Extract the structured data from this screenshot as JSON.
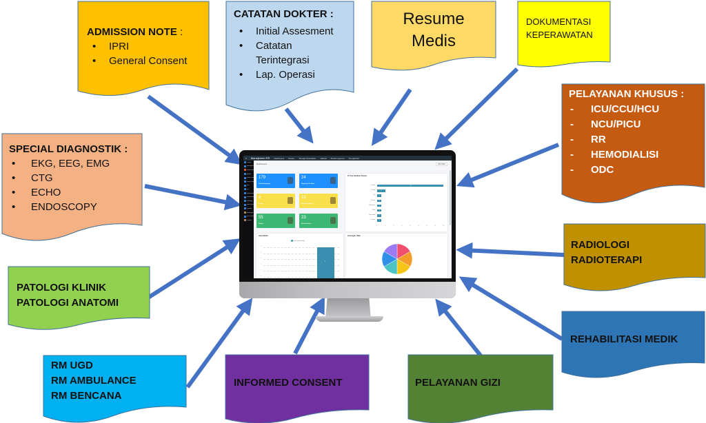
{
  "notes": {
    "admission": {
      "title": "ADMISSION NOTE",
      "colon": " :",
      "items": [
        "IPRI",
        "General Consent"
      ],
      "bullet": "•",
      "color": "#FFC000"
    },
    "catatan": {
      "title": "CATATAN DOKTER :",
      "items": [
        "Initial  Assesment",
        "Catatan Terintegrasi",
        "Lap. Operasi"
      ],
      "bullet": "•",
      "color": "#BDD7EE"
    },
    "resume": {
      "line1": "Resume",
      "line2": "Medis",
      "color": "#FFD966"
    },
    "dokumentasi": {
      "line1": "DOKUMENTASI",
      "line2": "KEPERAWATAN",
      "color": "#FFFF00"
    },
    "pelayanan_khusus": {
      "title": "PELAYANAN KHUSUS :",
      "items": [
        "ICU/CCU/HCU",
        "NCU/PICU",
        "RR",
        "HEMODIALISI",
        "ODC"
      ],
      "bullet": "-",
      "color": "#C55A11"
    },
    "special": {
      "title": "SPECIAL DIAGNOSTIK :",
      "items": [
        "EKG, EEG, EMG",
        "CTG",
        "ECHO",
        "ENDOSCOPY"
      ],
      "bullet": "•",
      "color": "#F4B183"
    },
    "radiologi": {
      "line1": "RADIOLOGI",
      "line2": "RADIOTERAPI",
      "color": "#BF9000"
    },
    "patologi": {
      "line1": "PATOLOGI KLINIK",
      "line2": "PATOLOGI ANATOMI",
      "color": "#92D050"
    },
    "rehab": {
      "line1": "REHABILITASI MEDIK",
      "color": "#2E75B6"
    },
    "rm": {
      "line1": "RM UGD",
      "line2": "RM AMBULANCE",
      "line3": "RM BENCANA",
      "color": "#00B0F0"
    },
    "informed": {
      "line1": "INFORMED CONSENT",
      "color": "#7030A0"
    },
    "gizi": {
      "line1": "PELAYANAN GIZI",
      "color": "#548235"
    }
  },
  "arrow_color": "#4472C4",
  "dashboard": {
    "brand": "Manajemen RS",
    "menu": [
      "Dashboard",
      "Pasien",
      "Tenaga Kesehatan",
      "Jadwal",
      "Modul Laporan",
      "Pengaturan"
    ],
    "breadcrumb": "Dashboard",
    "filter_label": "Atur Filter",
    "sidebar": [
      "Pasien",
      "Manajemen RS",
      "Rekam Medis",
      "Admisi",
      "Rawat Jalan",
      "Rawat Inap",
      "IGD",
      "OK",
      "Rehab Medik",
      "Laboratorium",
      "Radiologi",
      "Bank Darah",
      "Farmasi",
      "Keuangan",
      "Kas Penerimaan",
      "Laporan"
    ],
    "cards": [
      {
        "value": "179",
        "label": "Total Kunjungan",
        "color": "#1E90FF"
      },
      {
        "value": "24",
        "label": "Registrasi Periksa",
        "color": "#1E90FF"
      },
      {
        "value": "6",
        "label": "Pasien",
        "color": "#F9E04B"
      },
      {
        "value": "13",
        "label": "Registrasi Batal",
        "color": "#F9E04B"
      },
      {
        "value": "55",
        "label": "Dokter",
        "color": "#3DB874"
      },
      {
        "value": "23",
        "label": "Kelola Pasien",
        "color": "#3DB874"
      }
    ],
    "top10": {
      "title": "10 Top Keluhan Pasien",
      "labels": [
        "Batuk",
        "Pusing",
        "Flu",
        "Demam",
        "Sakit perut",
        "Mual",
        "Nyeri dada",
        "Lainnya"
      ],
      "values": [
        16,
        2,
        1,
        1,
        1,
        1,
        1,
        1
      ],
      "ticks": [
        "0",
        "2",
        "4",
        "6",
        "8",
        "10",
        "12",
        "14",
        "16"
      ]
    },
    "jasa_medis": {
      "title": "Jasa Medis",
      "legend": "Jasa Layanan Medis",
      "ticks": [
        "5",
        "4",
        "3",
        "2",
        "1",
        "0"
      ],
      "value": "5"
    },
    "golongan_obat": {
      "title": "Golongan Obat",
      "slice_colors": [
        "#F0506E",
        "#F39C2A",
        "#F5C518",
        "#4EC3C3",
        "#2F8FE8",
        "#9C7BF0"
      ]
    }
  }
}
